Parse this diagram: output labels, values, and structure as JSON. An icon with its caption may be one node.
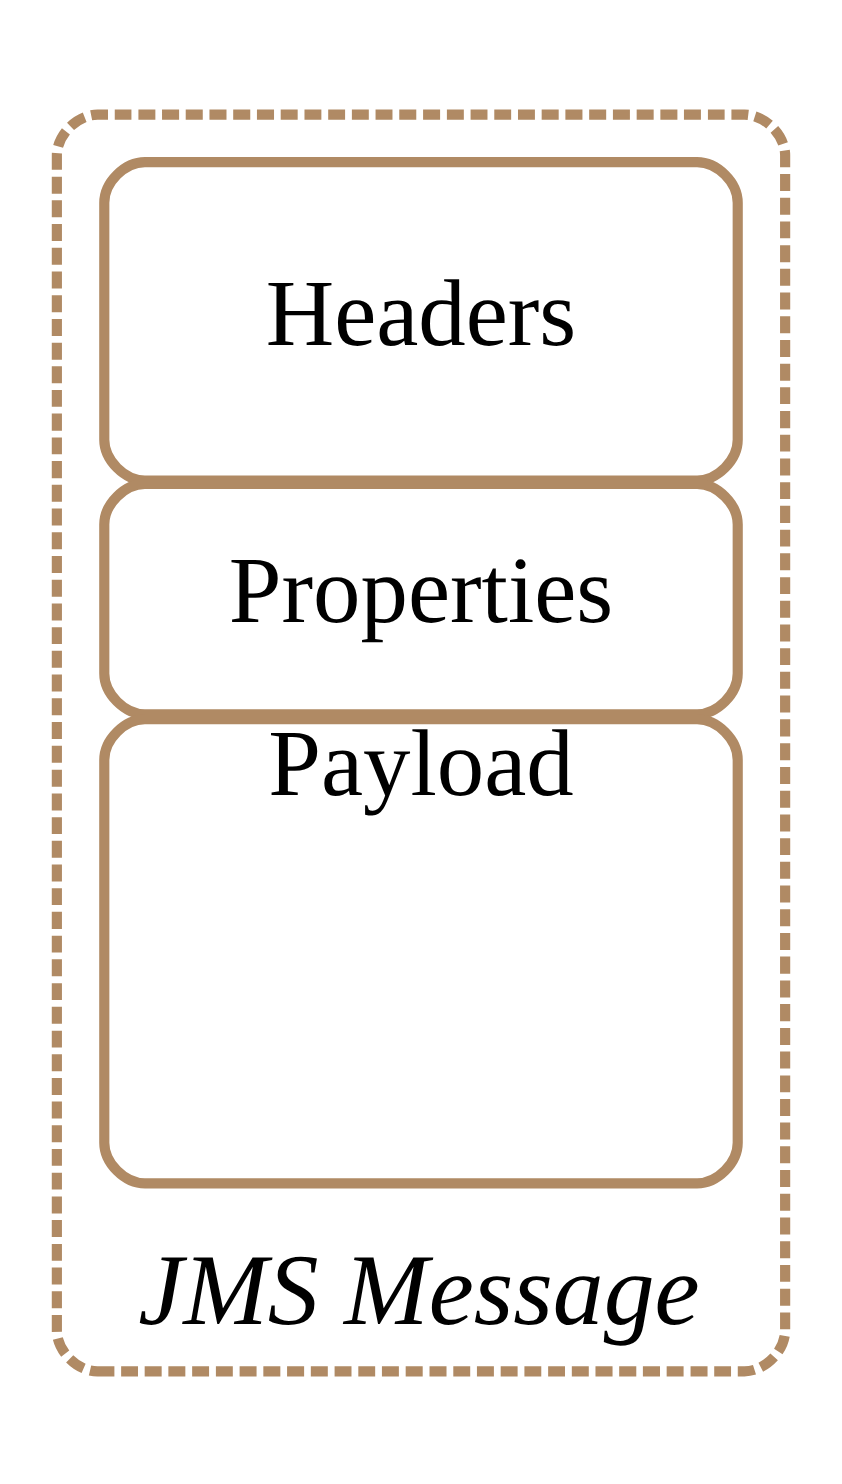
{
  "diagram": {
    "nodes": [
      {
        "text": [
          "JMS Message"
        ]
      },
      {
        "text": [
          "Headers"
        ],
        "in": 0
      },
      {
        "text": [
          "Properties"
        ],
        "in": 0
      },
      {
        "text": [
          "Payload"
        ],
        "in": 0
      }
    ],
    "edges": []
  }
}
